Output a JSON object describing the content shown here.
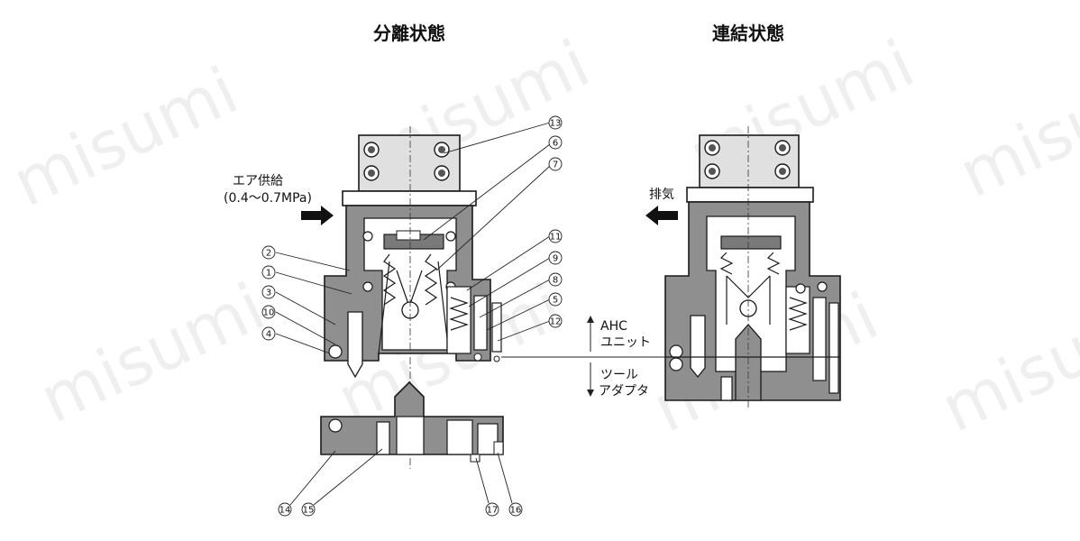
{
  "titles": {
    "separated": "分離状態",
    "connected": "連結状態"
  },
  "labels": {
    "air_supply": "エア供給",
    "pressure": "(0.4～0.7MPa)",
    "exhaust": "排気",
    "ahc": "AHC",
    "unit": "ユニット",
    "tool": "ツール",
    "adapter": "アダプタ"
  },
  "part_numbers": {
    "p1": "1",
    "p2": "2",
    "p3": "3",
    "p4": "4",
    "p5": "5",
    "p6": "6",
    "p7": "7",
    "p8": "8",
    "p9": "9",
    "p10": "10",
    "p11": "11",
    "p12": "12",
    "p13": "13",
    "p14": "14",
    "p15": "15",
    "p16": "16",
    "p17": "17"
  },
  "watermark": "misumi",
  "colors": {
    "body": "#8f8f8f",
    "outline": "#1a1a1a",
    "watermark": "#d4d4d4"
  }
}
